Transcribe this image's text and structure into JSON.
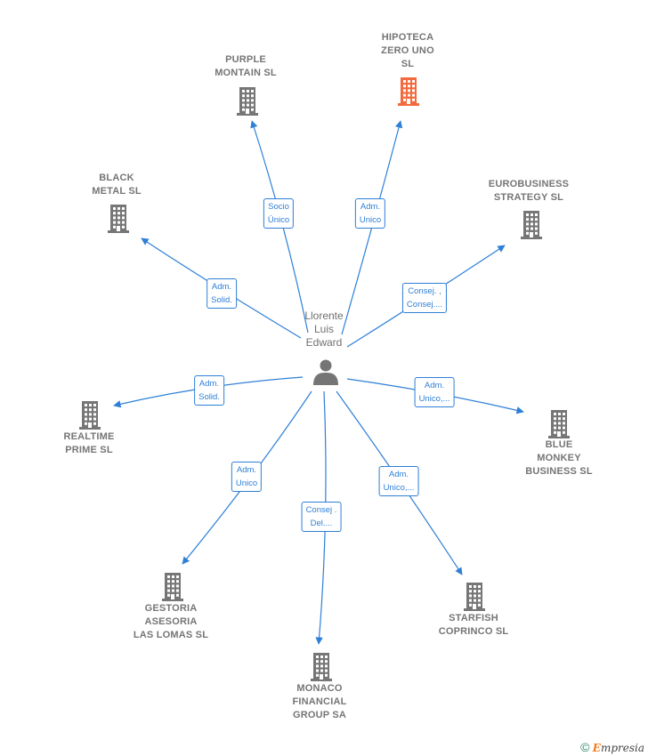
{
  "person": {
    "name": "Llorente\nLuis\nEdward",
    "icon": "person-icon"
  },
  "companies": [
    {
      "id": "hipoteca",
      "name": "HIPOTECA\nZERO UNO\nSL",
      "highlight": true,
      "color": "#f26a3d",
      "icon": "building-icon",
      "role": "Adm.\nUnico"
    },
    {
      "id": "purple",
      "name": "PURPLE\nMONTAIN  SL",
      "highlight": false,
      "color": "#767676",
      "icon": "building-icon",
      "role": "Socio\nÚnico"
    },
    {
      "id": "black",
      "name": "BLACK\nMETAL  SL",
      "highlight": false,
      "color": "#767676",
      "icon": "building-icon",
      "role": "Adm.\nSolid."
    },
    {
      "id": "eurobusiness",
      "name": "EUROBUSINESS\nSTRATEGY  SL",
      "highlight": false,
      "color": "#767676",
      "icon": "building-icon",
      "role": "Consej. ,\nConsej...."
    },
    {
      "id": "realtime",
      "name": "REALTIME\nPRIME  SL",
      "highlight": false,
      "color": "#767676",
      "icon": "building-icon",
      "role": "Adm.\nSolid."
    },
    {
      "id": "blue",
      "name": "BLUE\nMONKEY\nBUSINESS  SL",
      "highlight": false,
      "color": "#767676",
      "icon": "building-icon",
      "role": "Adm.\nUnico,..."
    },
    {
      "id": "gestoria",
      "name": "GESTORIA\nASESORIA\nLAS LOMAS  SL",
      "highlight": false,
      "color": "#767676",
      "icon": "building-icon",
      "role": "Adm.\nUnico"
    },
    {
      "id": "starfish",
      "name": "STARFISH\nCOPRINCO  SL",
      "highlight": false,
      "color": "#767676",
      "icon": "building-icon",
      "role": "Adm.\nUnico,..."
    },
    {
      "id": "monaco",
      "name": "MONACO\nFINANCIAL\nGROUP SA",
      "highlight": false,
      "color": "#767676",
      "icon": "building-icon",
      "role": "Consej .\nDel...."
    }
  ],
  "colors": {
    "edge": "#2e7fd6",
    "person": "#757575"
  },
  "footer": {
    "copyright": "©",
    "brand_initial": "E",
    "brand_rest": "mpresia"
  }
}
